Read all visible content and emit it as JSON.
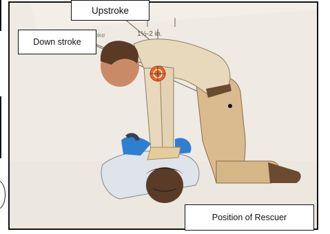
{
  "labels": {
    "upstroke": "Upstroke",
    "down_stroke": "Down stroke",
    "position": "Position of Rescuer"
  },
  "book_text": {
    "measure": "1½-2 in.",
    "partial_word": "roke"
  },
  "icons": {
    "target": "compression-target-icon"
  },
  "colors": {
    "page": "#ece7df",
    "shirt": "#e8d9bd",
    "pants": "#d9bb8f",
    "victim_shirt": "#dfe3ea",
    "sleeve": "#2f7fd1",
    "skin": "#c98b67",
    "hair": "#5a3a25",
    "target": "#e36b2a"
  }
}
